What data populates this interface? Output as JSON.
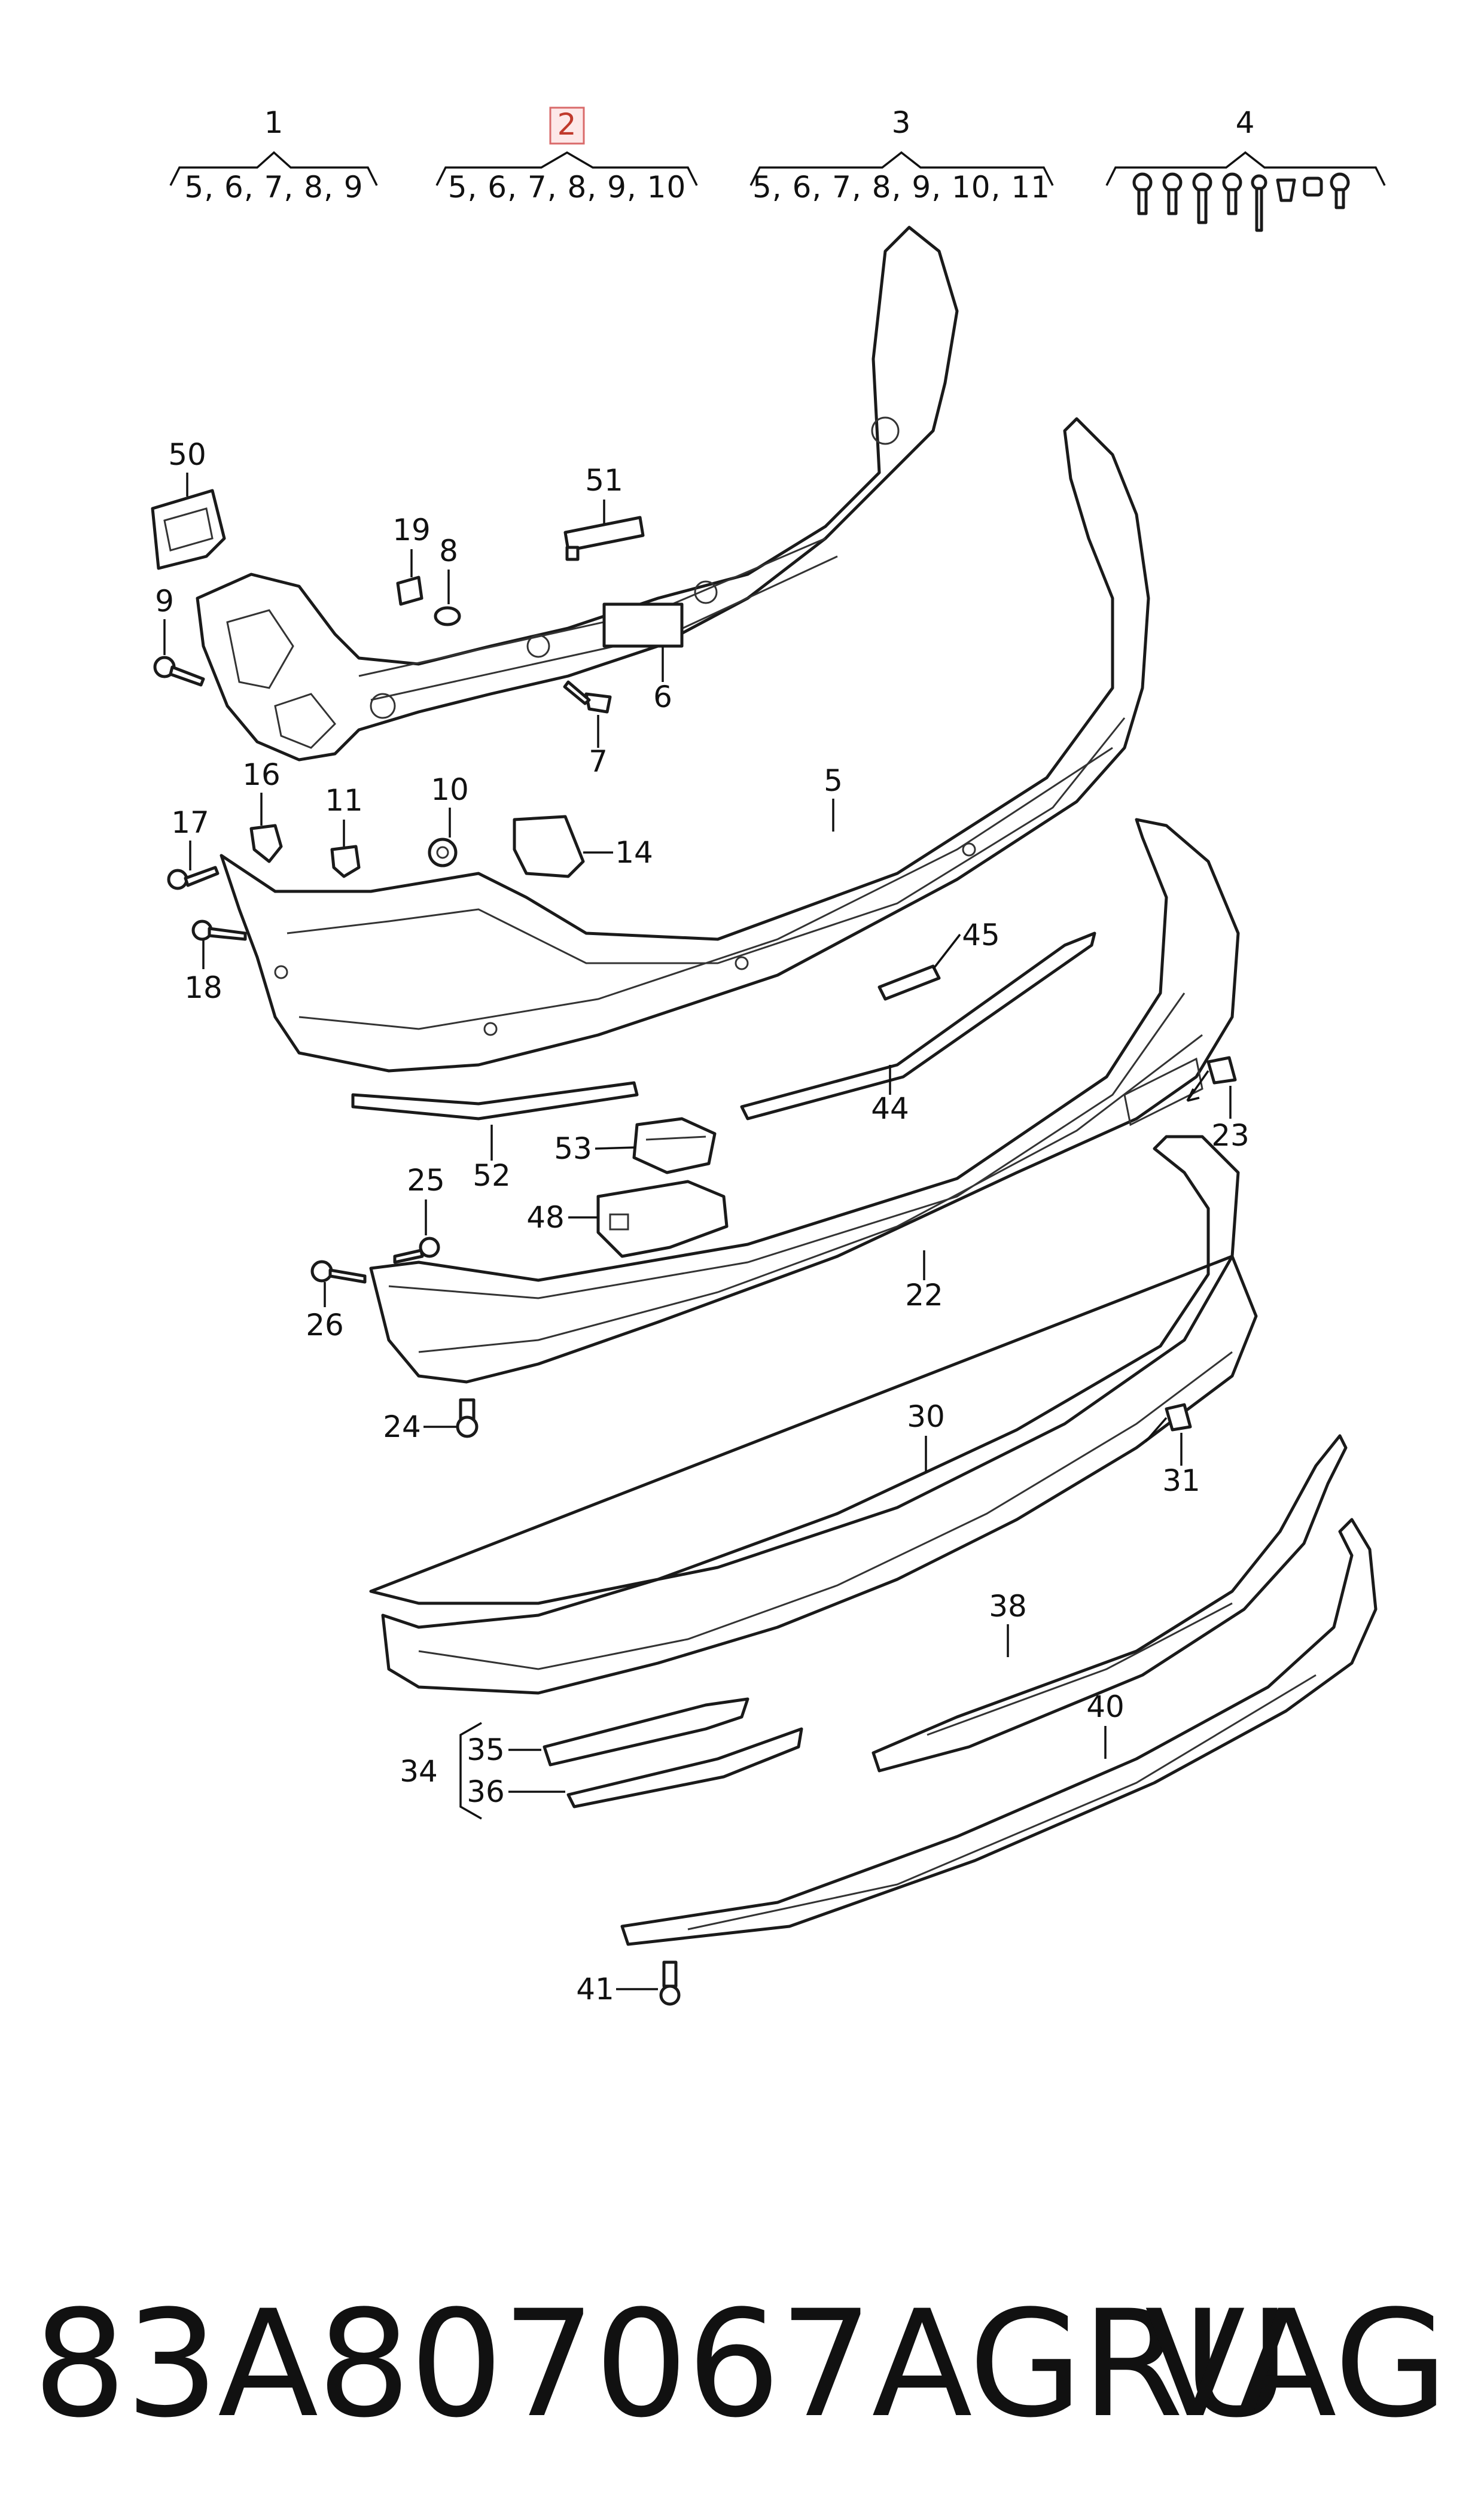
{
  "groups": [
    {
      "num": "1",
      "items": "5, 6, 7, 8, 9"
    },
    {
      "num": "2",
      "items": "5, 6, 7, 8, 9, 10",
      "highlighted": true
    },
    {
      "num": "3",
      "items": "5, 6, 7, 8, 9, 10, 11"
    },
    {
      "num": "4",
      "items": ""
    }
  ],
  "callouts": {
    "c50": "50",
    "c51": "51",
    "c19": "19",
    "c8": "8",
    "c9": "9",
    "c6": "6",
    "c7": "7",
    "c5": "5",
    "c16": "16",
    "c17": "17",
    "c11": "11",
    "c10": "10",
    "c14": "14",
    "c18": "18",
    "c45": "45",
    "c44": "44",
    "c23": "23",
    "c52": "52",
    "c53": "53",
    "c48": "48",
    "c25": "25",
    "c26": "26",
    "c22": "22",
    "c24": "24",
    "c30": "30",
    "c31": "31",
    "c38": "38",
    "c40": "40",
    "c35": "35",
    "c34": "34",
    "c36": "36",
    "c41": "41"
  },
  "footer": {
    "code": "83A807067AGRU",
    "brand": "VAG"
  },
  "colors": {
    "line": "#1a1a1a",
    "highlight_fill": "#fde8e8",
    "highlight_stroke": "#d96a6a",
    "background": "#ffffff"
  }
}
